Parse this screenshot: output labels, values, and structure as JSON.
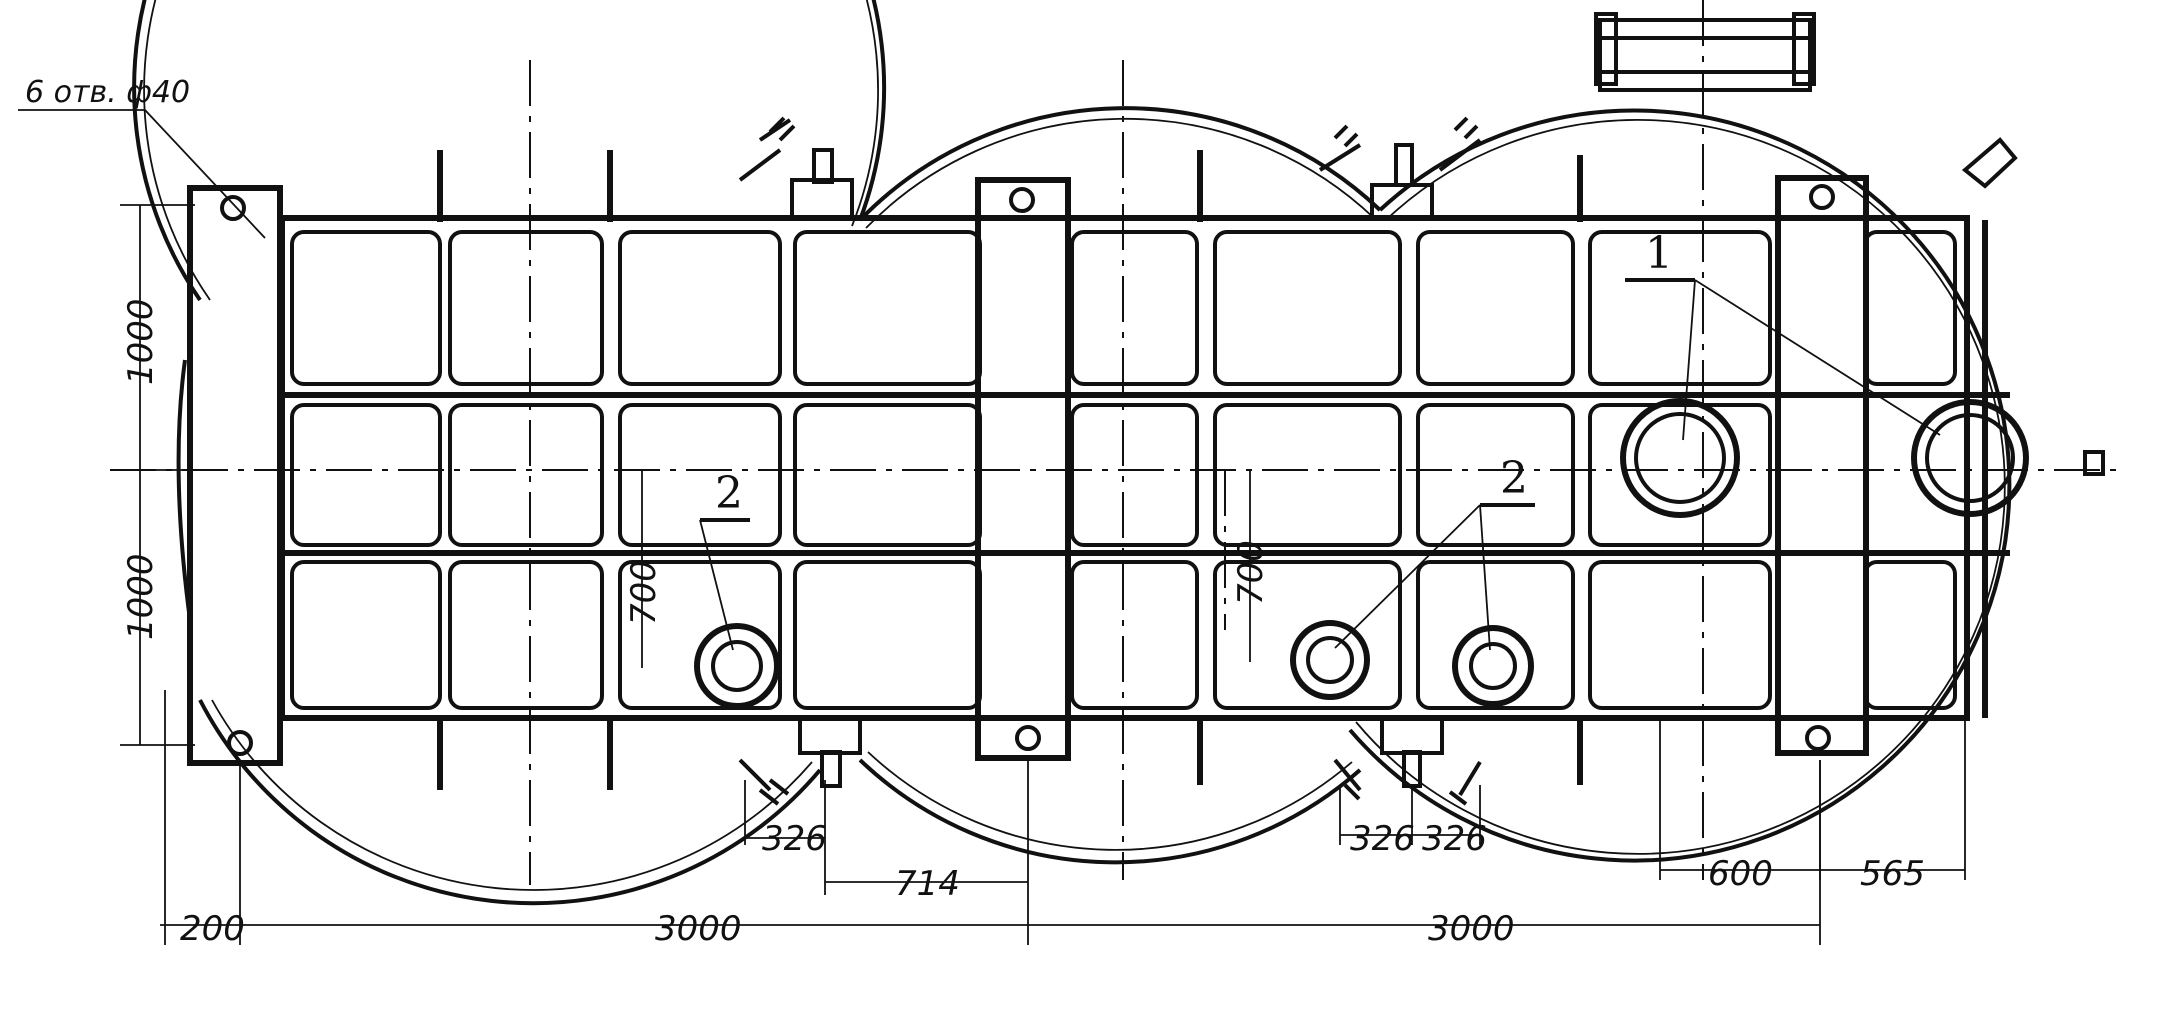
{
  "drawing": {
    "note_holes": "6 отв. ф40",
    "callouts": {
      "port_large": "1",
      "port_small": "2"
    },
    "dims": {
      "left_end": "200",
      "span_1": "3000",
      "span_2": "3000",
      "height_top": "1000",
      "height_bottom": "1000",
      "port_offset_1": "700",
      "port_offset_2": "700",
      "nozzle_1": "326",
      "nozzle_2": "326",
      "nozzle_3": "326",
      "gap_714": "714",
      "port_spacing": "600",
      "port_edge": "565"
    }
  }
}
